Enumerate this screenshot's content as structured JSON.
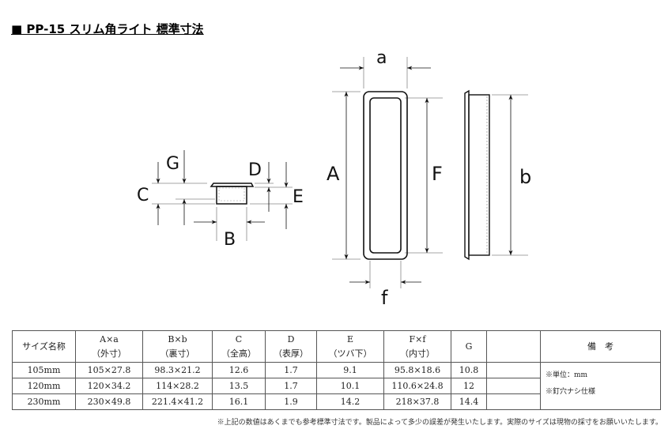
{
  "title": "■ PP-15 スリム角ライト 標準寸法",
  "diagram_labels": {
    "a": "a",
    "A": "A",
    "F": "F",
    "b": "b",
    "f": "f",
    "B": "B",
    "C": "C",
    "G": "G",
    "D": "D",
    "E": "E"
  },
  "table": {
    "headers": [
      {
        "top": "サイズ名称",
        "bottom": ""
      },
      {
        "top": "A×a",
        "bottom": "（外寸）"
      },
      {
        "top": "B×b",
        "bottom": "（裏寸）"
      },
      {
        "top": "C",
        "bottom": "（全高）"
      },
      {
        "top": "D",
        "bottom": "（表厚）"
      },
      {
        "top": "E",
        "bottom": "（ツバ下）"
      },
      {
        "top": "F×f",
        "bottom": "（内寸）"
      },
      {
        "top": "G",
        "bottom": ""
      },
      {
        "top": "",
        "bottom": ""
      },
      {
        "top": "備　考",
        "bottom": ""
      }
    ],
    "rows": [
      [
        "105mm",
        "105×27.8",
        "98.3×21.2",
        "12.6",
        "1.7",
        "9.1",
        "95.8×18.6",
        "10.8",
        ""
      ],
      [
        "120mm",
        "120×34.2",
        "114×28.2",
        "13.5",
        "1.7",
        "10.1",
        "110.6×24.8",
        "12",
        ""
      ],
      [
        "230mm",
        "230×49.8",
        "221.4×41.2",
        "16.1",
        "1.9",
        "14.2",
        "218×37.8",
        "14.4",
        ""
      ]
    ],
    "remarks": [
      "※単位：mm",
      "※釘穴ナシ仕様"
    ]
  },
  "footnote": "※上記の数値はあくまでも参考標準寸法です。製品によって多少の誤差が発生いたします。実際のサイズは現物の採寸をお願いいたします。"
}
